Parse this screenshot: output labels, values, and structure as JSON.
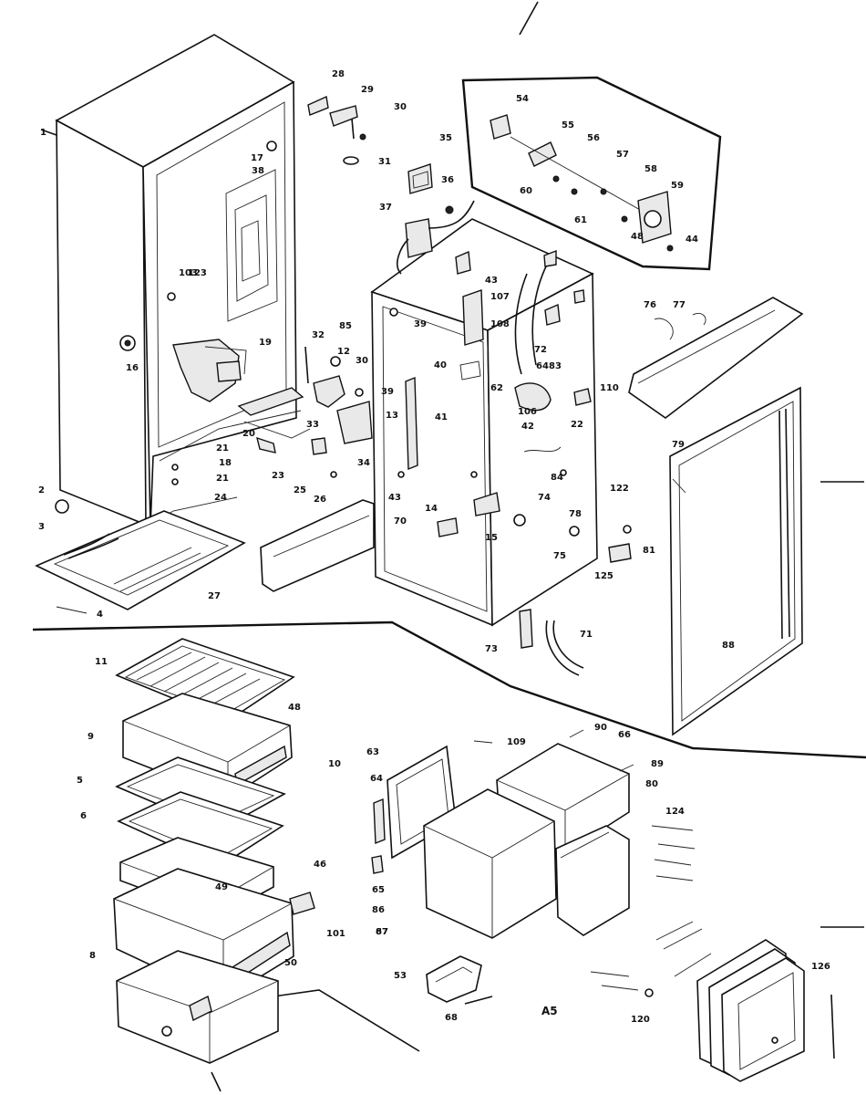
{
  "diagram": {
    "labels": {
      "l1": "1",
      "l2": "2",
      "l3": "3",
      "l4": "4",
      "l5": "5",
      "l6": "6",
      "l8": "8",
      "l9": "9",
      "l10": "10",
      "l11": "11",
      "l12": "12",
      "l13": "13",
      "l14": "14",
      "l15": "15",
      "l16": "16",
      "l17": "17",
      "l18": "18",
      "l19": "19",
      "l20": "20",
      "l21": "21",
      "l21b": "21",
      "l22": "22",
      "l23": "23",
      "l24": "24",
      "l25": "25",
      "l26": "26",
      "l27": "27",
      "l28": "28",
      "l29": "29",
      "l30": "30",
      "l30b": "30",
      "l31": "31",
      "l32": "32",
      "l33": "33",
      "l34": "34",
      "l35": "35",
      "l36": "36",
      "l37": "37",
      "l38": "38",
      "l39": "39",
      "l39b": "39",
      "l40": "40",
      "l41": "41",
      "l42": "42",
      "l43": "43",
      "l43b": "43",
      "l44": "44",
      "l46": "46",
      "l48": "48",
      "l48b": "48",
      "l49": "49",
      "l50": "50",
      "l53": "53",
      "l54": "54",
      "l55": "55",
      "l56": "56",
      "l57": "57",
      "l58": "58",
      "l59": "59",
      "l60": "60",
      "l61": "61",
      "l62": "62",
      "l63": "63",
      "l64": "64",
      "l64b": "64",
      "l65": "65",
      "l66": "66",
      "l67": "67",
      "l68": "68",
      "l70": "70",
      "l71": "71",
      "l72": "72",
      "l73": "73",
      "l74": "74",
      "l75": "75",
      "l76": "76",
      "l77": "77",
      "l78": "78",
      "l79": "79",
      "l80": "80",
      "l81": "81",
      "l83": "83",
      "l84": "84",
      "l85": "85",
      "l86": "86",
      "l87": "87",
      "l88": "88",
      "l89": "89",
      "l90": "90",
      "l101": "101",
      "l103": "103",
      "l106": "106",
      "l107": "107",
      "l108": "108",
      "l109": "109",
      "l110": "110",
      "l120": "120",
      "l122": "122",
      "l123": "123",
      "l124": "124",
      "l125": "125",
      "l126": "126",
      "lA5": "A5"
    }
  }
}
